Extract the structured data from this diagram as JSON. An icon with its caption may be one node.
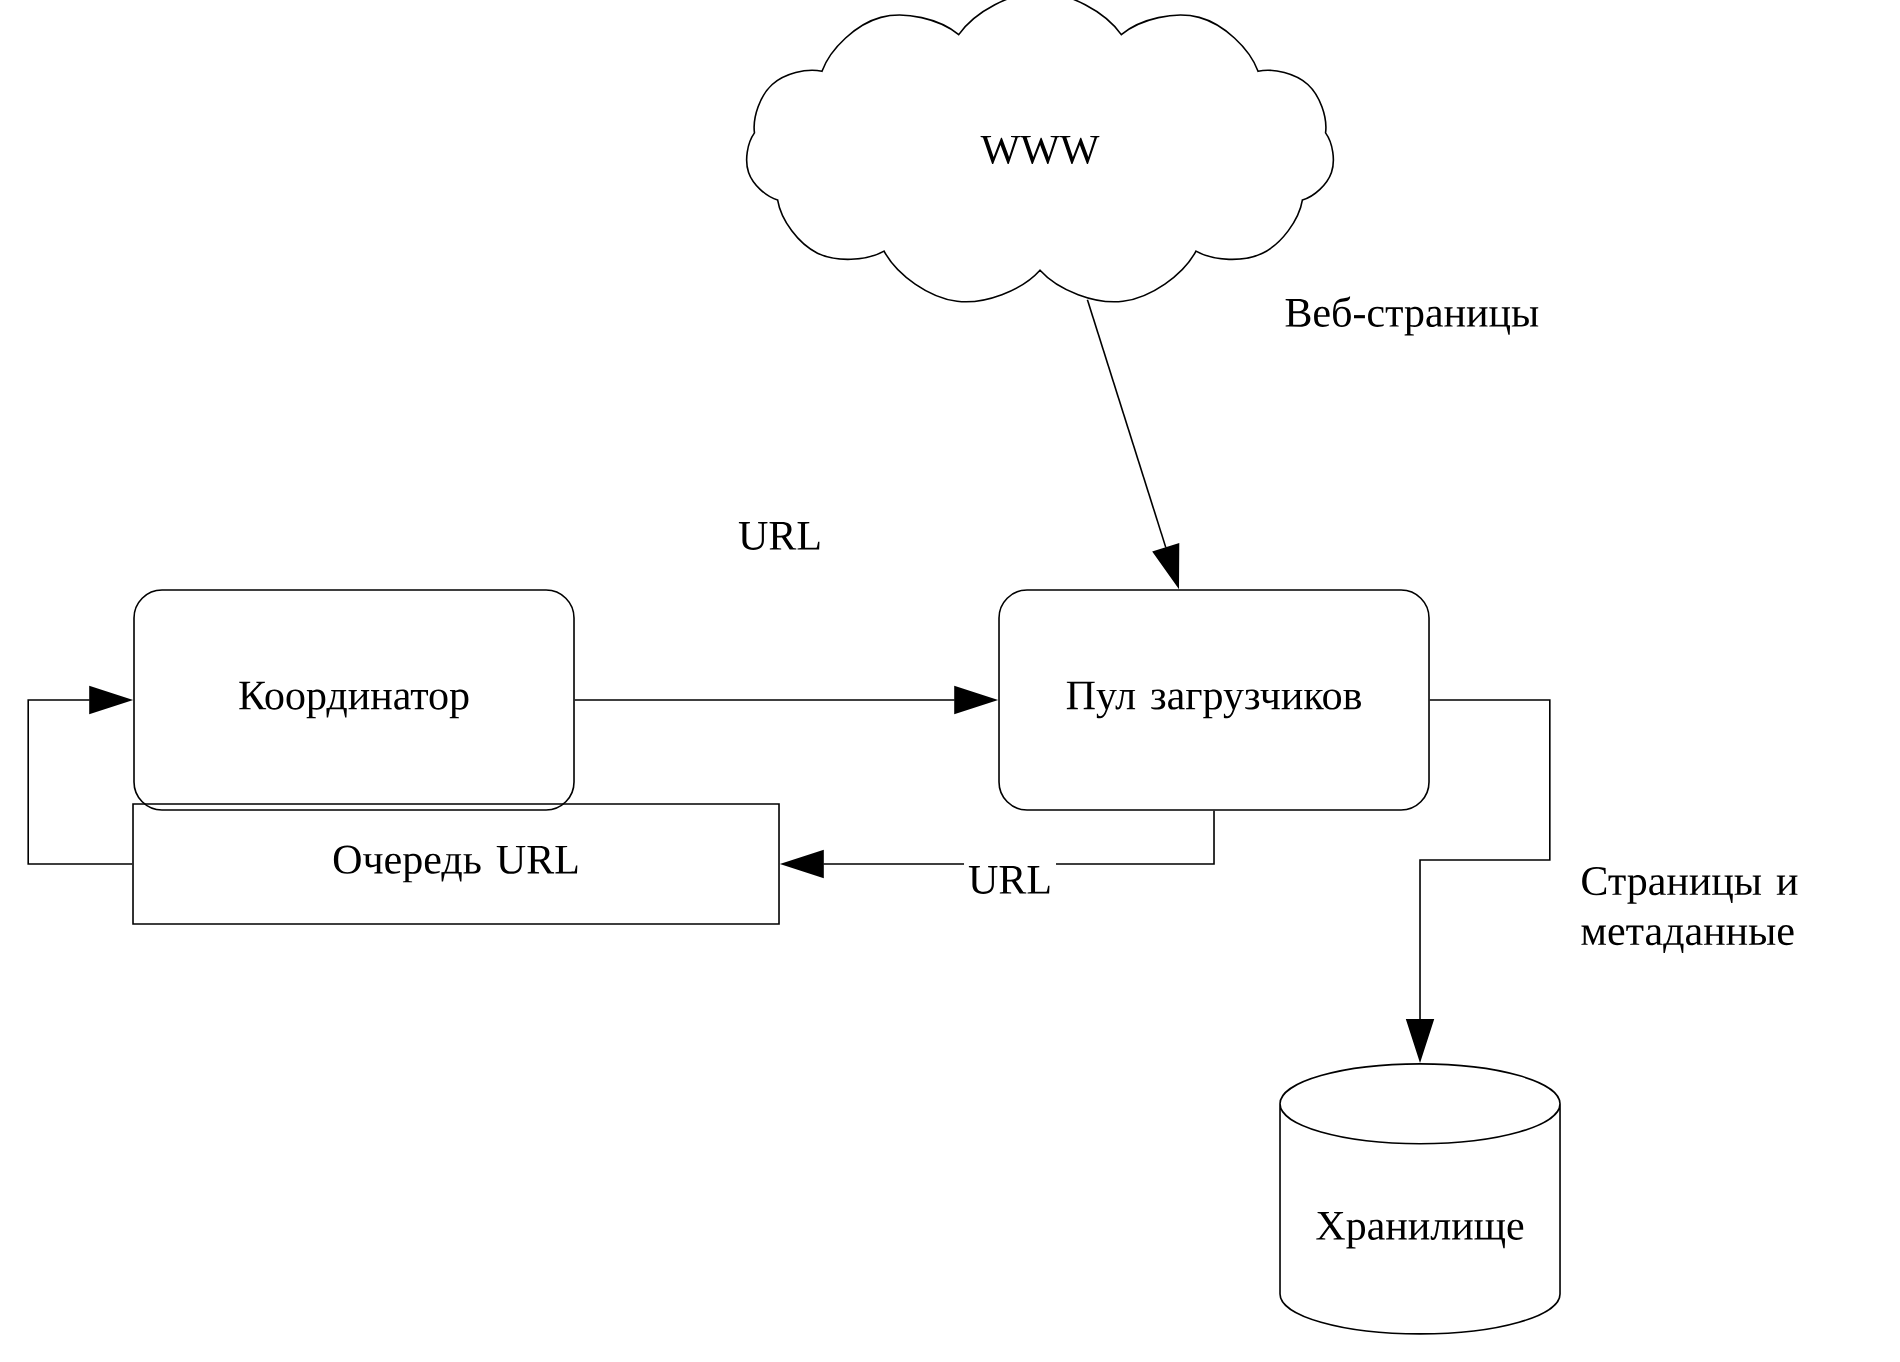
{
  "diagram": {
    "nodes": [
      {
        "text": [
          "WWW"
        ]
      },
      {
        "text": [
          "Координатор"
        ]
      },
      {
        "text": [
          "Пул загрузчиков"
        ]
      },
      {
        "text": [
          "Очередь URL"
        ]
      },
      {
        "text": [
          "Хранилище"
        ]
      }
    ],
    "edges": [
      {
        "from": 0,
        "to": 2,
        "arrow": "to",
        "label": "Веб-страницы"
      },
      {
        "from": 1,
        "to": 2,
        "arrow": "to",
        "label": "URL"
      },
      {
        "from": 2,
        "to": 3,
        "arrow": "to",
        "label": "URL"
      },
      {
        "from": 3,
        "to": 1,
        "arrow": "to"
      },
      {
        "from": 2,
        "to": 4,
        "arrow": "to",
        "label": "Страницы и метаданные"
      }
    ]
  }
}
